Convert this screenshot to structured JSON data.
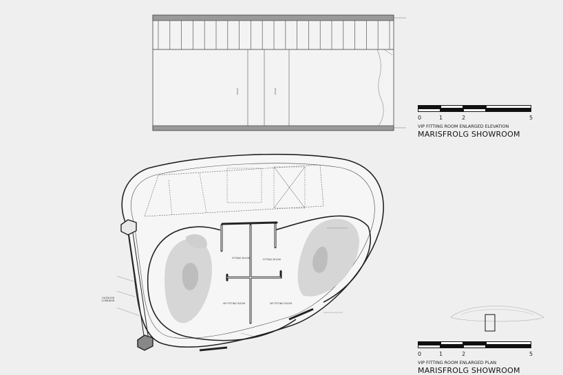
{
  "elevation": {
    "scale_ticks": [
      "0",
      "1",
      "2",
      "5"
    ],
    "drawing_title": "VIP FITTING ROOM ENLARGED ELEVATION",
    "project_name": "MARISFROLG SHOWROOM"
  },
  "plan": {
    "scale_ticks": [
      "0",
      "1",
      "2",
      "5"
    ],
    "drawing_title": "VIP FITTING ROOM ENLARGED PLAN",
    "project_name": "MARISFROLG SHOWROOM",
    "room_labels": [
      "FITTING ROOM",
      "FITTING ROOM",
      "VIP FITTING ROOM",
      "VIP FITTING ROOM",
      "OUTDOOR CORRIDOR"
    ]
  },
  "colors": {
    "background": "#efefef",
    "line": "#222222",
    "fill_light": "#d9d9d9",
    "fill_mid": "#bdbdbd"
  }
}
